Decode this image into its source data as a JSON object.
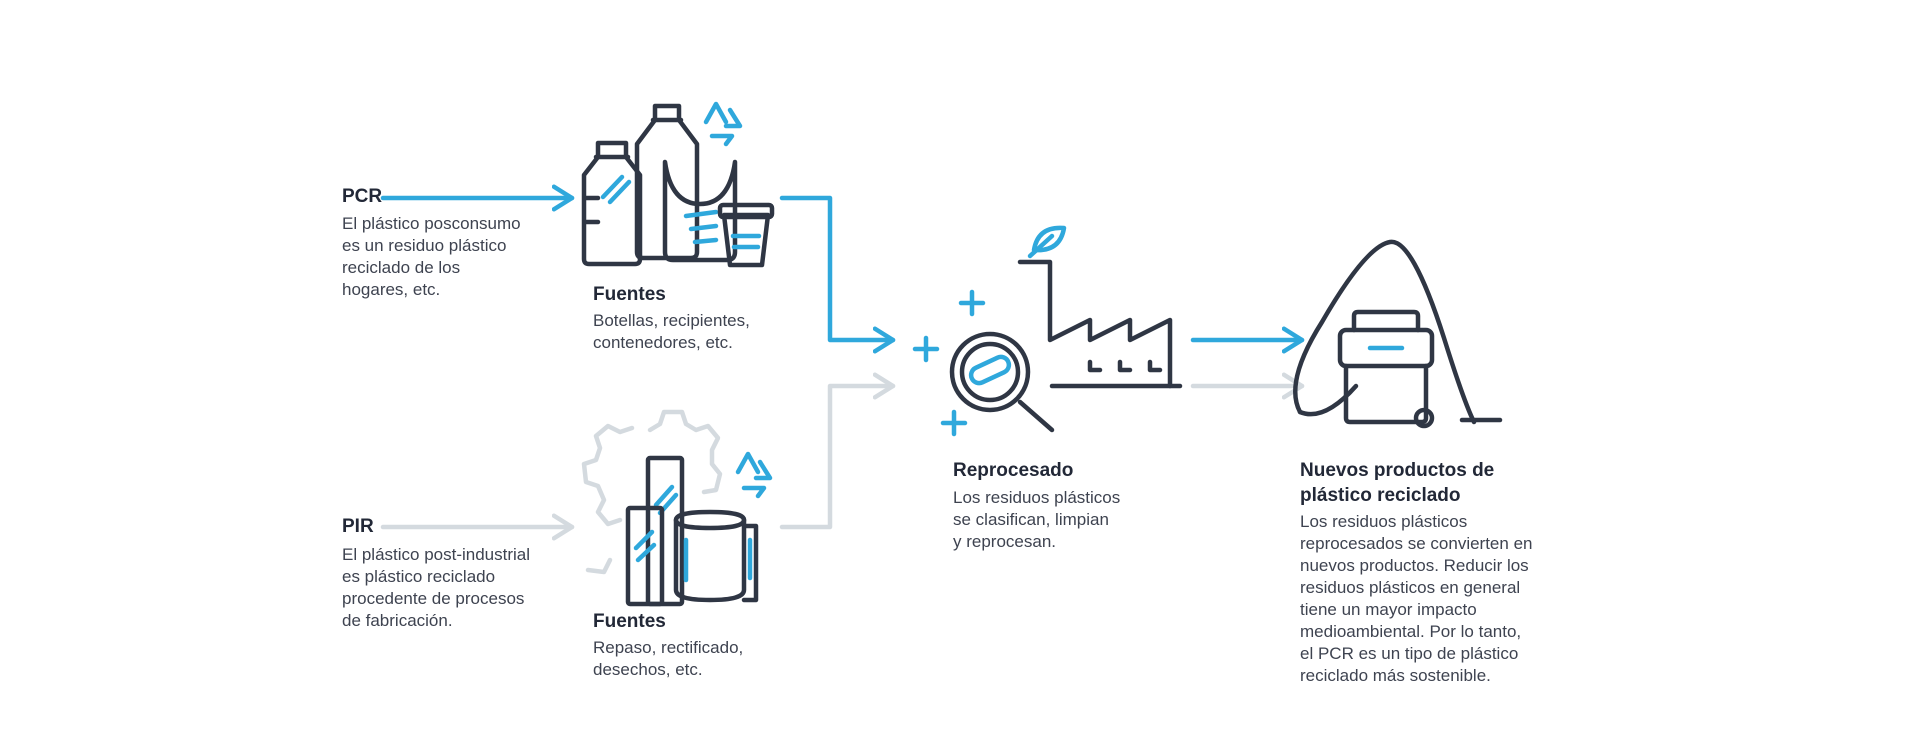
{
  "colors": {
    "accent": "#2fa8dc",
    "icon_dark": "#2f3644",
    "muted_grey": "#d4dadf",
    "text": "#2a2f3d"
  },
  "pcr": {
    "label": "PCR",
    "description": "El plástico posconsumo\nes un residuo plástico\nreciclado de los\nhogares, etc."
  },
  "pir": {
    "label": "PIR",
    "description": "El plástico post-industrial\nes plástico reciclado\nprocedente de procesos\nde fabricación."
  },
  "sources_pcr": {
    "title": "Fuentes",
    "description": "Botellas, recipientes,\ncontenedores, etc.",
    "icon": "bottles-bag-cup-recycle-icon"
  },
  "sources_pir": {
    "title": "Fuentes",
    "description": "Repaso, rectificado,\ndesechos, etc.",
    "icon": "gear-rolls-recycle-icon"
  },
  "reprocess": {
    "title": "Reprocesado",
    "description": "Los residuos plásticos\nse clasifican, limpian\ny reprocesan.",
    "icon": "factory-magnifier-icon"
  },
  "new_products": {
    "title": "Nuevos productos de\nplástico reciclado",
    "description": "Los residuos plásticos\nreprocesados se convierten en\nnuevos productos. Reducir los\nresiduos plásticos en general\ntiene un mayor impacto\nmedioambiental. Por lo tanto,\nel PCR es un tipo de plástico\nreciclado más sostenible.",
    "icon": "bag-container-icon"
  }
}
